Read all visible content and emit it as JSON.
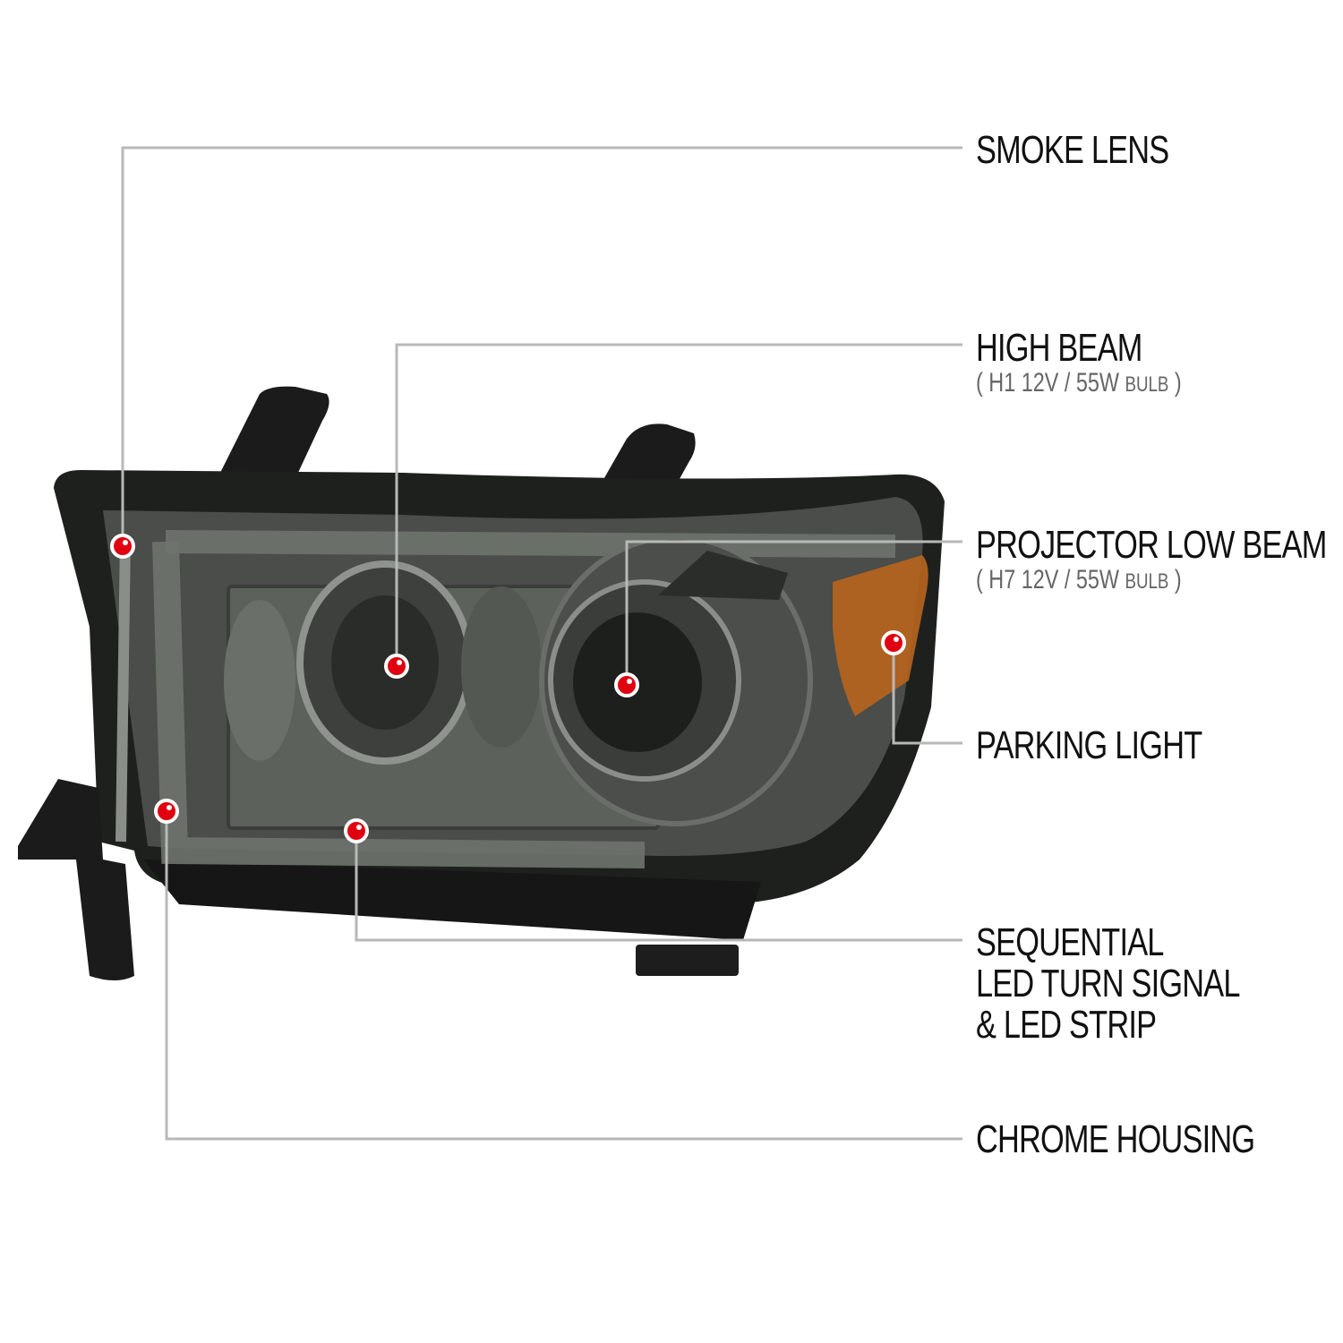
{
  "colors": {
    "leader_line": "#b8b8b8",
    "marker_fill": "#e00010",
    "marker_ring": "#ffffff",
    "label_text": "#111111",
    "sub_text": "#666666",
    "housing": "#2a2c2a",
    "lens_smoke": "#4a4d49",
    "amber": "#b5641e"
  },
  "callouts": [
    {
      "id": "smoke-lens",
      "title": "SMOKE LENS",
      "sub": null
    },
    {
      "id": "high-beam",
      "title": "HIGH BEAM",
      "sub_prefix": "( H1  12V / 55W ",
      "sub_small": "BULB",
      "sub_suffix": " )"
    },
    {
      "id": "projector-low-beam",
      "title": "PROJECTOR LOW BEAM",
      "sub_prefix": "( H7  12V / 55W ",
      "sub_small": "BULB",
      "sub_suffix": " )"
    },
    {
      "id": "parking-light",
      "title": "PARKING LIGHT",
      "sub": null
    },
    {
      "id": "sequential",
      "title_lines": [
        "SEQUENTIAL",
        "LED TURN SIGNAL",
        "& LED STRIP"
      ]
    },
    {
      "id": "chrome-housing",
      "title": "CHROME HOUSING",
      "sub": null
    }
  ]
}
